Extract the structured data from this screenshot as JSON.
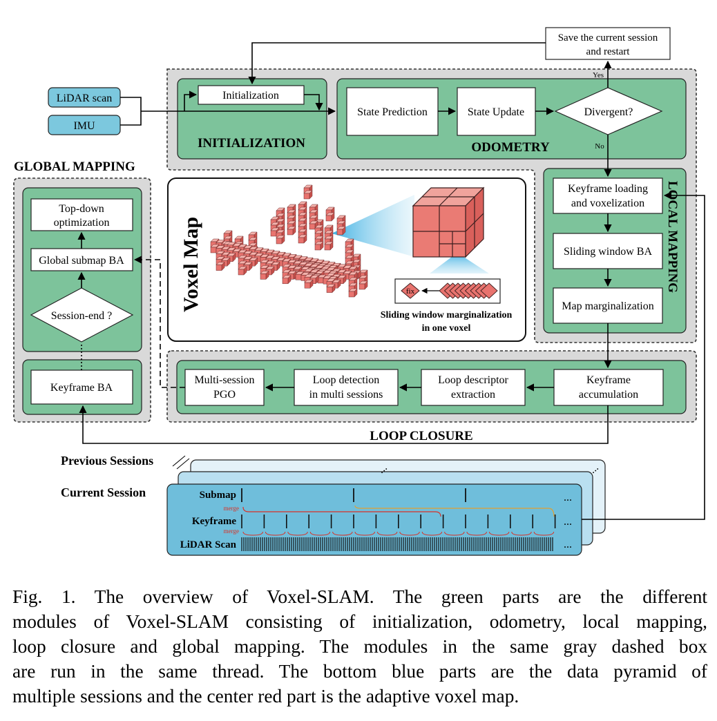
{
  "diagram": {
    "inputs": {
      "lidar": "LiDAR scan",
      "imu": "IMU"
    },
    "save_restart": {
      "line1": "Save the current session",
      "line2": "and restart"
    },
    "yes_label": "Yes",
    "no_label": "No",
    "initialization": {
      "title": "INITIALIZATION",
      "box": "Initialization"
    },
    "odometry": {
      "title": "ODOMETRY",
      "state_prediction": "State Prediction",
      "state_update": "State Update",
      "divergent": "Divergent?"
    },
    "local_mapping": {
      "title": "LOCAL MAPPING",
      "keyframe_loading": {
        "line1": "Keyframe loading",
        "line2": "and voxelization"
      },
      "sliding_window_ba": "Sliding window BA",
      "map_marginalization": "Map marginalization"
    },
    "voxel_map": {
      "title": "Voxel Map",
      "fix_label": "fix",
      "caption_line1": "Sliding window marginalization",
      "caption_line2": "in one voxel"
    },
    "global_mapping": {
      "title": "GLOBAL MAPPING",
      "top_down": {
        "line1": "Top-down",
        "line2": "optimization"
      },
      "global_submap_ba": "Global submap BA",
      "session_end": "Session-end ?",
      "keyframe_ba": "Keyframe BA"
    },
    "loop_closure": {
      "title": "LOOP CLOSURE",
      "multi_session_pgo": {
        "line1": "Multi-session",
        "line2": "PGO"
      },
      "loop_detection": {
        "line1": "Loop detection",
        "line2": "in multi sessions"
      },
      "loop_descriptor": {
        "line1": "Loop descriptor",
        "line2": "extraction"
      },
      "keyframe_accumulation": {
        "line1": "Keyframe",
        "line2": "accumulation"
      }
    },
    "sessions": {
      "previous": "Previous Sessions",
      "current": "Current Session",
      "submap": "Submap",
      "keyframe": "Keyframe",
      "lidar_scan": "LiDAR Scan",
      "merge": "merge",
      "ellipsis": "..."
    }
  },
  "caption": {
    "lines": [
      "Fig. 1.   The overview of Voxel-SLAM. The green parts are the different",
      "modules of Voxel-SLAM consisting of initialization, odometry, local mapping,",
      "loop closure and global mapping. The modules in the same gray dashed box",
      "are run in the same thread. The bottom blue parts are the data pyramid of",
      "multiple sessions and the center red part is the adaptive voxel map."
    ]
  },
  "colors": {
    "module_green": "#7dc39b",
    "thread_gray": "#d9d9d9",
    "input_blue": "#7cc8de",
    "session_blue": "#6fbedb",
    "voxel_red": "#e8736e",
    "merge_red": "#d93025",
    "merge_orange": "#e0a030"
  }
}
